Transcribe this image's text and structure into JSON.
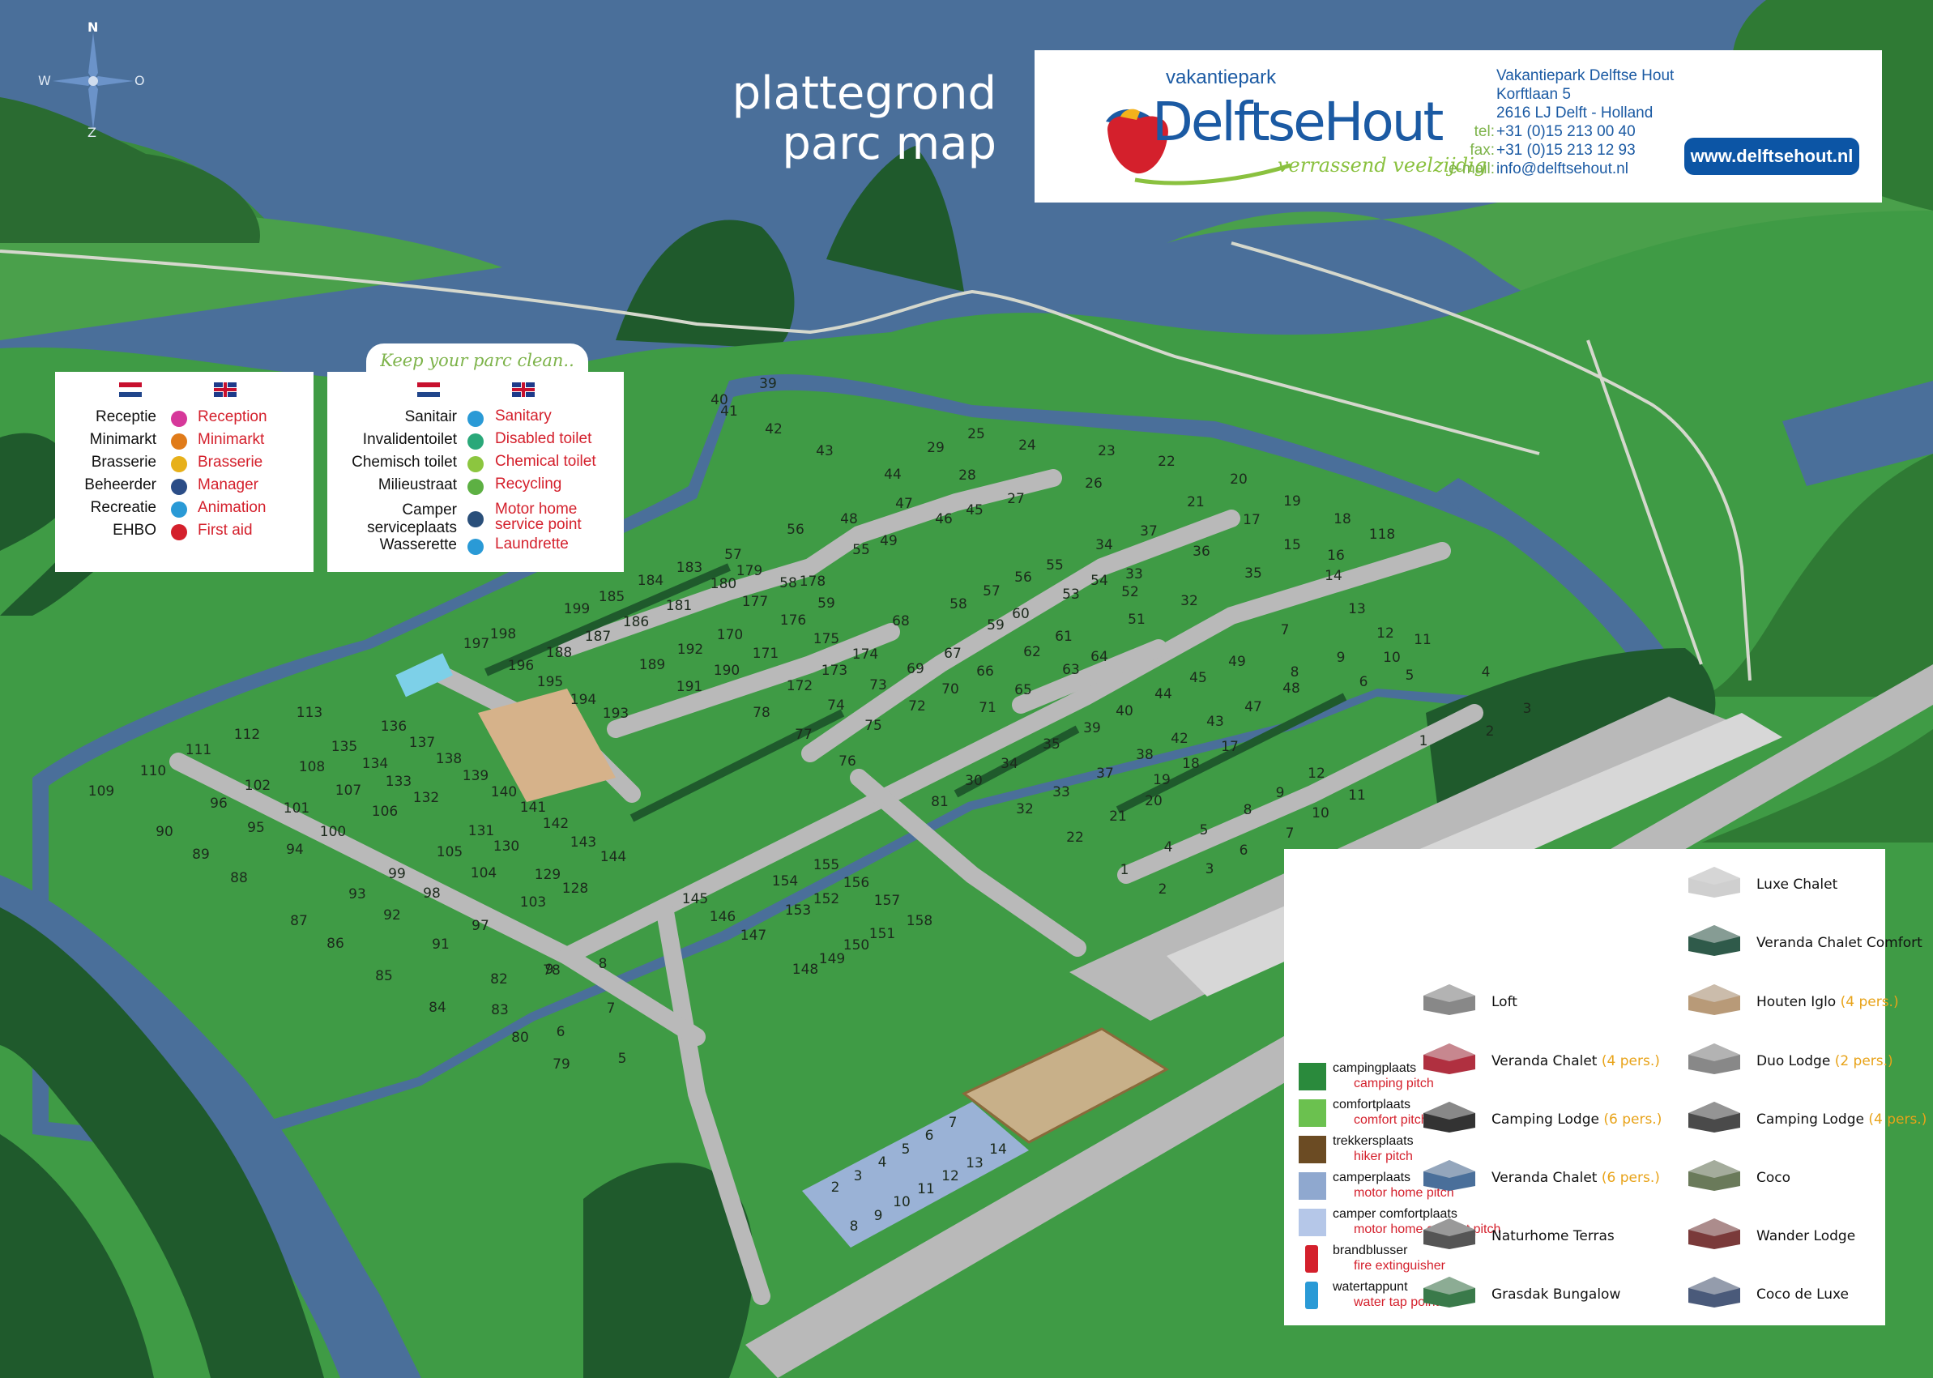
{
  "title": {
    "line1": "plattegrond",
    "line2": "parc map"
  },
  "compass": {
    "n": "N",
    "w": "W",
    "o": "O",
    "z": "Z"
  },
  "brand": {
    "small": "vakantiepark",
    "name": "DelftseHout",
    "tagline": "verrassend veelzijdig"
  },
  "contact": {
    "name": "Vakantiepark Delftse Hout",
    "street": "Korftlaan 5",
    "city": "2616 LJ  Delft - Holland",
    "tel_label": "tel:",
    "tel": "+31 (0)15 213 00 40",
    "fax_label": "fax:",
    "fax": "+31 (0)15 213 12 93",
    "email_label": "e-mail:",
    "email": "info@delftsehout.nl",
    "website": "www.delftsehout.nl"
  },
  "slogan": "Keep your parc clean..",
  "legend_left": [
    {
      "nl": "Receptie",
      "en": "Reception",
      "color": "#d6389a",
      "icon": "info-icon"
    },
    {
      "nl": "Minimarkt",
      "en": "Minimarkt",
      "color": "#e07b1a",
      "icon": "basket-icon"
    },
    {
      "nl": "Brasserie",
      "en": "Brasserie",
      "color": "#e7b01a",
      "icon": "cutlery-icon"
    },
    {
      "nl": "Beheerder",
      "en": "Manager",
      "color": "#2b4d87",
      "icon": "manager-icon"
    },
    {
      "nl": "Recreatie",
      "en": "Animation",
      "color": "#2a9ad6",
      "icon": "animation-icon"
    },
    {
      "nl": "EHBO",
      "en": "First aid",
      "color": "#d4202c",
      "icon": "first-aid-icon"
    }
  ],
  "legend_right": [
    {
      "nl": "Sanitair",
      "en": "Sanitary",
      "color": "#2a9ad6",
      "icon": "sanitary-icon"
    },
    {
      "nl": "Invalidentoilet",
      "en": "Disabled toilet",
      "color": "#2aa879",
      "icon": "wheelchair-icon"
    },
    {
      "nl": "Chemisch toilet",
      "en": "Chemical toilet",
      "color": "#8cc63f",
      "icon": "chemical-toilet-icon"
    },
    {
      "nl": "Milieustraat",
      "en": "Recycling",
      "color": "#5db043",
      "icon": "recycling-icon"
    },
    {
      "nl": "Camper",
      "nl2": "serviceplaats",
      "en": "Motor home",
      "en2": "service point",
      "color": "#2a4f7a",
      "icon": "motorhome-service-icon"
    },
    {
      "nl": "Wasserette",
      "en": "Laundrette",
      "color": "#2a9ad6",
      "icon": "laundrette-icon"
    }
  ],
  "pitches": [
    [
      "40",
      888,
      494
    ],
    [
      "39",
      948,
      474
    ],
    [
      "41",
      900,
      508
    ],
    [
      "42",
      955,
      530
    ],
    [
      "43",
      1018,
      557
    ],
    [
      "29",
      1155,
      553
    ],
    [
      "25",
      1205,
      536
    ],
    [
      "28",
      1194,
      587
    ],
    [
      "24",
      1268,
      550
    ],
    [
      "23",
      1366,
      557
    ],
    [
      "22",
      1440,
      570
    ],
    [
      "27",
      1254,
      616
    ],
    [
      "26",
      1350,
      597
    ],
    [
      "44",
      1102,
      586
    ],
    [
      "47",
      1116,
      622
    ],
    [
      "45",
      1203,
      630
    ],
    [
      "46",
      1165,
      641
    ],
    [
      "48",
      1048,
      641
    ],
    [
      "49",
      1097,
      668
    ],
    [
      "56",
      982,
      654
    ],
    [
      "55",
      1063,
      679
    ],
    [
      "57",
      905,
      685
    ],
    [
      "58",
      973,
      720
    ],
    [
      "59",
      1020,
      745
    ],
    [
      "68",
      1112,
      767
    ],
    [
      "21",
      1476,
      620
    ],
    [
      "20",
      1529,
      592
    ],
    [
      "19",
      1595,
      619
    ],
    [
      "17",
      1545,
      642
    ],
    [
      "18",
      1657,
      641
    ],
    [
      "118",
      1706,
      660
    ],
    [
      "15",
      1595,
      673
    ],
    [
      "16",
      1649,
      686
    ],
    [
      "14",
      1646,
      711
    ],
    [
      "34",
      1363,
      673
    ],
    [
      "37",
      1418,
      656
    ],
    [
      "36",
      1483,
      681
    ],
    [
      "35",
      1547,
      708
    ],
    [
      "33",
      1400,
      709
    ],
    [
      "54",
      1357,
      717
    ],
    [
      "53",
      1322,
      734
    ],
    [
      "52",
      1395,
      731
    ],
    [
      "51",
      1403,
      765
    ],
    [
      "32",
      1468,
      742
    ],
    [
      "13",
      1675,
      752
    ],
    [
      "12",
      1710,
      782
    ],
    [
      "11",
      1756,
      790
    ],
    [
      "10",
      1718,
      812
    ],
    [
      "9",
      1655,
      812
    ],
    [
      "7",
      1586,
      778
    ],
    [
      "8",
      1598,
      830
    ],
    [
      "6",
      1683,
      842
    ],
    [
      "5",
      1740,
      834
    ],
    [
      "4",
      1834,
      830
    ],
    [
      "3",
      1885,
      875
    ],
    [
      "2",
      1839,
      903
    ],
    [
      "1",
      1757,
      915
    ],
    [
      "55",
      1302,
      698
    ],
    [
      "56",
      1263,
      713
    ],
    [
      "57",
      1224,
      730
    ],
    [
      "58",
      1183,
      746
    ],
    [
      "60",
      1260,
      758
    ],
    [
      "59",
      1229,
      772
    ],
    [
      "61",
      1313,
      786
    ],
    [
      "62",
      1274,
      805
    ],
    [
      "63",
      1322,
      827
    ],
    [
      "64",
      1357,
      811
    ],
    [
      "49",
      1527,
      817
    ],
    [
      "45",
      1479,
      837
    ],
    [
      "44",
      1436,
      857
    ],
    [
      "48",
      1594,
      850
    ],
    [
      "47",
      1547,
      873
    ],
    [
      "43",
      1500,
      891
    ],
    [
      "40",
      1388,
      878
    ],
    [
      "42",
      1456,
      912
    ],
    [
      "17",
      1518,
      922
    ],
    [
      "39",
      1348,
      899
    ],
    [
      "38",
      1413,
      932
    ],
    [
      "18",
      1470,
      943
    ],
    [
      "19",
      1434,
      963
    ],
    [
      "37",
      1364,
      955
    ],
    [
      "35",
      1298,
      919
    ],
    [
      "34",
      1246,
      943
    ],
    [
      "33",
      1310,
      978
    ],
    [
      "20",
      1424,
      989
    ],
    [
      "21",
      1380,
      1008
    ],
    [
      "22",
      1327,
      1034
    ],
    [
      "30",
      1202,
      964
    ],
    [
      "32",
      1265,
      999
    ],
    [
      "81",
      1160,
      990
    ],
    [
      "12",
      1625,
      955
    ],
    [
      "11",
      1675,
      982
    ],
    [
      "9",
      1580,
      979
    ],
    [
      "10",
      1630,
      1004
    ],
    [
      "8",
      1540,
      1000
    ],
    [
      "7",
      1592,
      1029
    ],
    [
      "5",
      1486,
      1025
    ],
    [
      "6",
      1535,
      1050
    ],
    [
      "4",
      1442,
      1046
    ],
    [
      "3",
      1493,
      1073
    ],
    [
      "1",
      1388,
      1074
    ],
    [
      "2",
      1435,
      1098
    ],
    [
      "67",
      1176,
      807
    ],
    [
      "66",
      1216,
      829
    ],
    [
      "65",
      1263,
      852
    ],
    [
      "69",
      1130,
      826
    ],
    [
      "70",
      1173,
      851
    ],
    [
      "71",
      1219,
      874
    ],
    [
      "72",
      1132,
      872
    ],
    [
      "73",
      1084,
      846
    ],
    [
      "74",
      1032,
      871
    ],
    [
      "75",
      1078,
      896
    ],
    [
      "76",
      1046,
      940
    ],
    [
      "77",
      992,
      907
    ],
    [
      "78",
      940,
      880
    ],
    [
      "172",
      987,
      847
    ],
    [
      "173",
      1030,
      828
    ],
    [
      "174",
      1068,
      808
    ],
    [
      "175",
      1020,
      789
    ],
    [
      "176",
      979,
      766
    ],
    [
      "177",
      932,
      743
    ],
    [
      "178",
      1003,
      718
    ],
    [
      "179",
      925,
      705
    ],
    [
      "180",
      893,
      721
    ],
    [
      "181",
      838,
      748
    ],
    [
      "183",
      851,
      701
    ],
    [
      "184",
      803,
      717
    ],
    [
      "185",
      755,
      737
    ],
    [
      "186",
      785,
      768
    ],
    [
      "187",
      738,
      786
    ],
    [
      "188",
      690,
      806
    ],
    [
      "189",
      805,
      821
    ],
    [
      "190",
      897,
      828
    ],
    [
      "191",
      851,
      848
    ],
    [
      "192",
      852,
      802
    ],
    [
      "170",
      901,
      784
    ],
    [
      "171",
      945,
      807
    ],
    [
      "193",
      760,
      881
    ],
    [
      "194",
      720,
      864
    ],
    [
      "195",
      679,
      842
    ],
    [
      "196",
      643,
      822
    ],
    [
      "197",
      588,
      795
    ],
    [
      "198",
      621,
      783
    ],
    [
      "199",
      712,
      752
    ],
    [
      "113",
      382,
      880
    ],
    [
      "112",
      305,
      907
    ],
    [
      "111",
      245,
      926
    ],
    [
      "110",
      189,
      952
    ],
    [
      "109",
      125,
      977
    ],
    [
      "108",
      385,
      947
    ],
    [
      "135",
      425,
      922
    ],
    [
      "136",
      486,
      897
    ],
    [
      "137",
      521,
      917
    ],
    [
      "138",
      554,
      937
    ],
    [
      "139",
      587,
      958
    ],
    [
      "140",
      622,
      978
    ],
    [
      "141",
      658,
      997
    ],
    [
      "142",
      686,
      1017
    ],
    [
      "143",
      720,
      1040
    ],
    [
      "144",
      757,
      1058
    ],
    [
      "134",
      463,
      943
    ],
    [
      "133",
      492,
      965
    ],
    [
      "132",
      526,
      985
    ],
    [
      "107",
      430,
      976
    ],
    [
      "106",
      475,
      1002
    ],
    [
      "102",
      318,
      970
    ],
    [
      "101",
      366,
      998
    ],
    [
      "100",
      411,
      1027
    ],
    [
      "96",
      270,
      992
    ],
    [
      "95",
      316,
      1022
    ],
    [
      "94",
      364,
      1049
    ],
    [
      "90",
      203,
      1027
    ],
    [
      "89",
      248,
      1055
    ],
    [
      "88",
      295,
      1084
    ],
    [
      "99",
      490,
      1079
    ],
    [
      "98",
      533,
      1103
    ],
    [
      "97",
      593,
      1143
    ],
    [
      "93",
      441,
      1104
    ],
    [
      "92",
      484,
      1130
    ],
    [
      "91",
      544,
      1166
    ],
    [
      "87",
      369,
      1137
    ],
    [
      "86",
      414,
      1165
    ],
    [
      "85",
      474,
      1205
    ],
    [
      "84",
      540,
      1244
    ],
    [
      "131",
      594,
      1026
    ],
    [
      "130",
      625,
      1045
    ],
    [
      "105",
      555,
      1052
    ],
    [
      "104",
      597,
      1078
    ],
    [
      "129",
      676,
      1080
    ],
    [
      "103",
      658,
      1114
    ],
    [
      "128",
      710,
      1097
    ],
    [
      "145",
      858,
      1110
    ],
    [
      "146",
      892,
      1132
    ],
    [
      "147",
      930,
      1155
    ],
    [
      "148",
      994,
      1197
    ],
    [
      "149",
      1027,
      1184
    ],
    [
      "150",
      1057,
      1167
    ],
    [
      "151",
      1089,
      1153
    ],
    [
      "153",
      985,
      1124
    ],
    [
      "152",
      1020,
      1110
    ],
    [
      "154",
      969,
      1088
    ],
    [
      "155",
      1020,
      1068
    ],
    [
      "156",
      1057,
      1090
    ],
    [
      "157",
      1095,
      1112
    ],
    [
      "158",
      1135,
      1137
    ],
    [
      "82",
      616,
      1209
    ],
    [
      "83",
      617,
      1247
    ],
    [
      "80",
      642,
      1281
    ],
    [
      "79",
      693,
      1314
    ],
    [
      "78",
      681,
      1198
    ],
    [
      "9",
      678,
      1197
    ],
    [
      "8",
      744,
      1190
    ],
    [
      "7",
      754,
      1245
    ],
    [
      "6",
      692,
      1274
    ],
    [
      "5",
      768,
      1307
    ],
    [
      "7",
      1176,
      1386
    ],
    [
      "6",
      1147,
      1402
    ],
    [
      "5",
      1118,
      1419
    ],
    [
      "4",
      1089,
      1435
    ],
    [
      "3",
      1059,
      1452
    ],
    [
      "2",
      1031,
      1466
    ],
    [
      "14",
      1232,
      1419
    ],
    [
      "13",
      1203,
      1436
    ],
    [
      "12",
      1173,
      1452
    ],
    [
      "11",
      1143,
      1468
    ],
    [
      "10",
      1113,
      1484
    ],
    [
      "9",
      1084,
      1501
    ],
    [
      "8",
      1054,
      1514
    ]
  ],
  "pitch_types": [
    {
      "nl": "campingplaats",
      "en": "camping pitch",
      "color": "#2a8a3c"
    },
    {
      "nl": "comfortplaats",
      "en": "comfort pitch",
      "color": "#6bc14f"
    },
    {
      "nl": "trekkersplaats",
      "en": "hiker pitch",
      "color": "#6b4b23"
    },
    {
      "nl": "camperplaats",
      "en": "motor home pitch",
      "color": "#8fa8cf"
    },
    {
      "nl": "camper comfortplaats",
      "en": "motor home comfort pitch",
      "color": "#b5c7e8"
    },
    {
      "nl": "brandblusser",
      "en": "fire extinguisher",
      "color": "#d4202c",
      "icon": "fire-extinguisher-icon"
    },
    {
      "nl": "watertappunt",
      "en": "water tap point",
      "color": "#2a9ad6",
      "icon": "water-tap-icon"
    }
  ],
  "building_types": [
    {
      "name": "Luxe Chalet",
      "pers": ""
    },
    {
      "name": "Veranda Chalet Comfort",
      "pers": ""
    },
    {
      "name": "Loft",
      "pers": ""
    },
    {
      "name": "Houten Iglo",
      "pers": "(4 pers.)"
    },
    {
      "name": "Veranda Chalet",
      "pers": "(4 pers.)"
    },
    {
      "name": "Duo Lodge",
      "pers": "(2 pers.)"
    },
    {
      "name": "Camping Lodge",
      "pers": "(6 pers.)"
    },
    {
      "name": "Camping Lodge",
      "pers": "(4 pers.)"
    },
    {
      "name": "Veranda Chalet",
      "pers": "(6 pers.)"
    },
    {
      "name": "Coco",
      "pers": ""
    },
    {
      "name": "Naturhome Terras",
      "pers": ""
    },
    {
      "name": "Wander Lodge",
      "pers": ""
    },
    {
      "name": "Grasdak Bungalow",
      "pers": ""
    },
    {
      "name": "Coco de Luxe",
      "pers": ""
    }
  ],
  "colors": {
    "water": "#4a6f9a",
    "grass": "#3f9b45",
    "forest": "#1f5a2c",
    "road": "#b9b9b9",
    "brand_blue": "#1b5aa3"
  }
}
